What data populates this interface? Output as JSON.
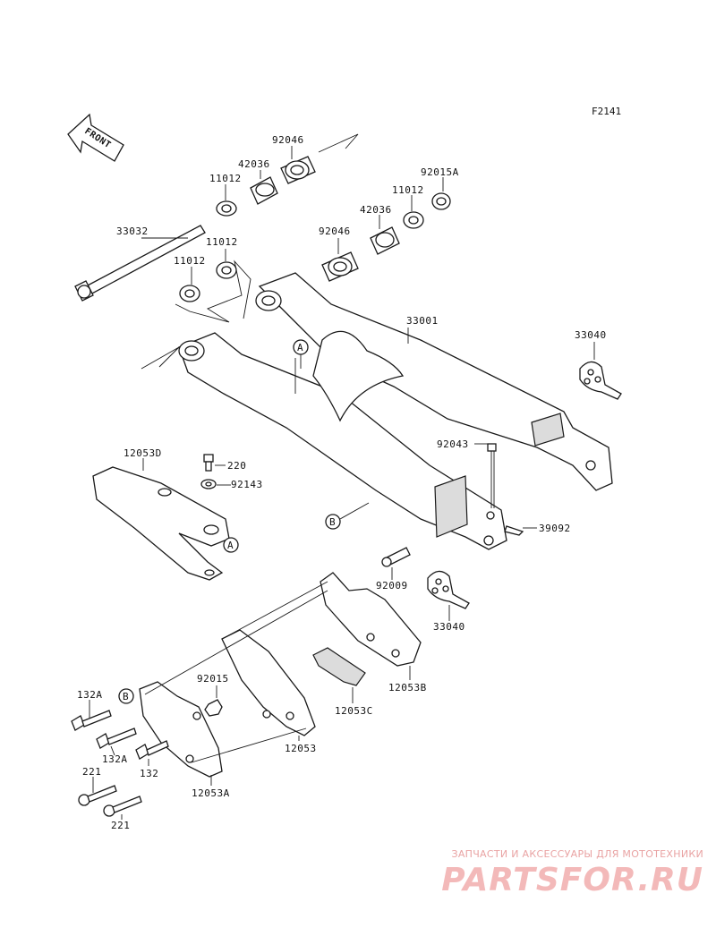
{
  "figure_code": "F2141",
  "front_arrow_text": "FRONT",
  "reference_marks": {
    "a": "A",
    "b": "B"
  },
  "part_labels": [
    {
      "id": "92046_top",
      "text": "92046"
    },
    {
      "id": "42036_top",
      "text": "42036"
    },
    {
      "id": "11012_top",
      "text": "11012"
    },
    {
      "id": "92015A",
      "text": "92015A"
    },
    {
      "id": "11012_right",
      "text": "11012"
    },
    {
      "id": "42036_right",
      "text": "42036"
    },
    {
      "id": "33032",
      "text": "33032"
    },
    {
      "id": "11012_mid",
      "text": "11012"
    },
    {
      "id": "92046_mid",
      "text": "92046"
    },
    {
      "id": "11012_left",
      "text": "11012"
    },
    {
      "id": "33001",
      "text": "33001"
    },
    {
      "id": "33040_top",
      "text": "33040"
    },
    {
      "id": "12053D",
      "text": "12053D"
    },
    {
      "id": "220",
      "text": "220"
    },
    {
      "id": "92143",
      "text": "92143"
    },
    {
      "id": "92043",
      "text": "92043"
    },
    {
      "id": "39092",
      "text": "39092"
    },
    {
      "id": "92009",
      "text": "92009"
    },
    {
      "id": "33040_bottom",
      "text": "33040"
    },
    {
      "id": "12053B",
      "text": "12053B"
    },
    {
      "id": "12053C",
      "text": "12053C"
    },
    {
      "id": "92015",
      "text": "92015"
    },
    {
      "id": "12053",
      "text": "12053"
    },
    {
      "id": "132A_top",
      "text": "132A"
    },
    {
      "id": "132A_bottom",
      "text": "132A"
    },
    {
      "id": "132",
      "text": "132"
    },
    {
      "id": "12053A",
      "text": "12053A"
    },
    {
      "id": "221_top",
      "text": "221"
    },
    {
      "id": "221_bottom",
      "text": "221"
    }
  ],
  "watermark": {
    "tagline": "ЗАПЧАСТИ И АКСЕССУАРЫ ДЛЯ МОТОТЕХНИКИ",
    "logo": "PARTSFOR.RU"
  },
  "colors": {
    "line": "#1a1a1a",
    "watermark": "#f3b9b9",
    "fill_shade": "#dcdcdc"
  }
}
